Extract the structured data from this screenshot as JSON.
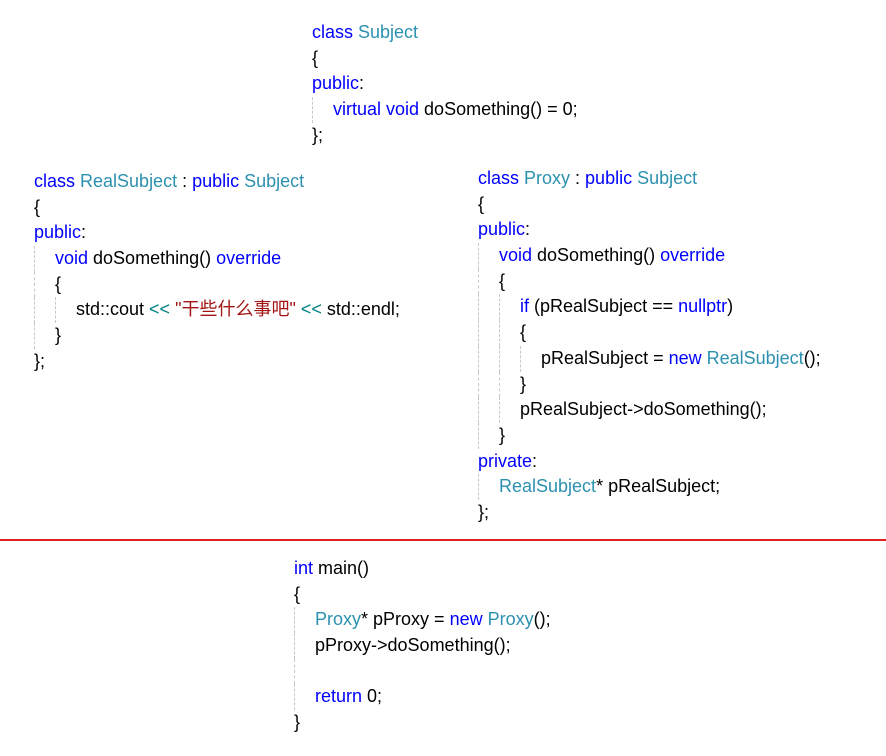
{
  "colors": {
    "keyword": "#0000ff",
    "type": "#2b91af",
    "string": "#a31515",
    "operator": "#008080",
    "divider": "#e02020"
  },
  "blocks": {
    "subject": [
      {
        "i": 0,
        "t": [
          [
            "kw",
            "class "
          ],
          [
            "ty",
            "Subject"
          ]
        ]
      },
      {
        "i": 0,
        "t": [
          [
            "tx",
            "{"
          ]
        ]
      },
      {
        "i": 0,
        "t": [
          [
            "kw",
            "public"
          ],
          [
            "tx",
            ":"
          ]
        ]
      },
      {
        "i": 1,
        "t": [
          [
            "kw",
            "virtual void "
          ],
          [
            "tx",
            "doSomething() = 0;"
          ]
        ]
      },
      {
        "i": 0,
        "t": [
          [
            "tx",
            "};"
          ]
        ]
      }
    ],
    "real": [
      {
        "i": 0,
        "t": [
          [
            "kw",
            "class "
          ],
          [
            "ty",
            "RealSubject"
          ],
          [
            "tx",
            " : "
          ],
          [
            "kw",
            "public "
          ],
          [
            "ty",
            "Subject"
          ]
        ]
      },
      {
        "i": 0,
        "t": [
          [
            "tx",
            "{"
          ]
        ]
      },
      {
        "i": 0,
        "t": [
          [
            "kw",
            "public"
          ],
          [
            "tx",
            ":"
          ]
        ]
      },
      {
        "i": 1,
        "t": [
          [
            "kw",
            "void "
          ],
          [
            "tx",
            "doSomething() "
          ],
          [
            "kw",
            "override"
          ]
        ]
      },
      {
        "i": 1,
        "t": [
          [
            "tx",
            "{"
          ]
        ]
      },
      {
        "i": 2,
        "t": [
          [
            "tx",
            "std::cout "
          ],
          [
            "op",
            "<< "
          ],
          [
            "str",
            "\"干些什么事吧\""
          ],
          [
            "op",
            " << "
          ],
          [
            "tx",
            "std::endl;"
          ]
        ]
      },
      {
        "i": 1,
        "t": [
          [
            "tx",
            "}"
          ]
        ]
      },
      {
        "i": 0,
        "t": [
          [
            "tx",
            "};"
          ]
        ]
      }
    ],
    "proxy": [
      {
        "i": 0,
        "t": [
          [
            "kw",
            "class "
          ],
          [
            "ty",
            "Proxy"
          ],
          [
            "tx",
            " : "
          ],
          [
            "kw",
            "public "
          ],
          [
            "ty",
            "Subject"
          ]
        ]
      },
      {
        "i": 0,
        "t": [
          [
            "tx",
            "{"
          ]
        ]
      },
      {
        "i": 0,
        "t": [
          [
            "kw",
            "public"
          ],
          [
            "tx",
            ":"
          ]
        ]
      },
      {
        "i": 1,
        "t": [
          [
            "kw",
            "void "
          ],
          [
            "tx",
            "doSomething() "
          ],
          [
            "kw",
            "override"
          ]
        ]
      },
      {
        "i": 1,
        "t": [
          [
            "tx",
            "{"
          ]
        ]
      },
      {
        "i": 2,
        "t": [
          [
            "kw",
            "if "
          ],
          [
            "tx",
            "(pRealSubject == "
          ],
          [
            "kw",
            "nullptr"
          ],
          [
            "tx",
            ")"
          ]
        ]
      },
      {
        "i": 2,
        "t": [
          [
            "tx",
            "{"
          ]
        ]
      },
      {
        "i": 3,
        "t": [
          [
            "tx",
            "pRealSubject = "
          ],
          [
            "kw",
            "new "
          ],
          [
            "ty",
            "RealSubject"
          ],
          [
            "tx",
            "();"
          ]
        ]
      },
      {
        "i": 2,
        "t": [
          [
            "tx",
            "}"
          ]
        ]
      },
      {
        "i": 2,
        "t": [
          [
            "tx",
            "pRealSubject->doSomething();"
          ]
        ]
      },
      {
        "i": 1,
        "t": [
          [
            "tx",
            "}"
          ]
        ]
      },
      {
        "i": 0,
        "t": [
          [
            "kw",
            "private"
          ],
          [
            "tx",
            ":"
          ]
        ]
      },
      {
        "i": 1,
        "t": [
          [
            "ty",
            "RealSubject"
          ],
          [
            "tx",
            "* pRealSubject;"
          ]
        ]
      },
      {
        "i": 0,
        "t": [
          [
            "tx",
            "};"
          ]
        ]
      }
    ],
    "main": [
      {
        "i": 0,
        "t": [
          [
            "kw",
            "int "
          ],
          [
            "tx",
            "main()"
          ]
        ]
      },
      {
        "i": 0,
        "t": [
          [
            "tx",
            "{"
          ]
        ]
      },
      {
        "i": 1,
        "t": [
          [
            "ty",
            "Proxy"
          ],
          [
            "tx",
            "* pProxy = "
          ],
          [
            "kw",
            "new "
          ],
          [
            "ty",
            "Proxy"
          ],
          [
            "tx",
            "();"
          ]
        ]
      },
      {
        "i": 1,
        "t": [
          [
            "tx",
            "pProxy->doSomething();"
          ]
        ]
      },
      {
        "i": 1,
        "t": []
      },
      {
        "i": 1,
        "t": [
          [
            "kw",
            "return "
          ],
          [
            "tx",
            "0;"
          ]
        ]
      },
      {
        "i": 0,
        "t": [
          [
            "tx",
            "}"
          ]
        ]
      }
    ]
  }
}
